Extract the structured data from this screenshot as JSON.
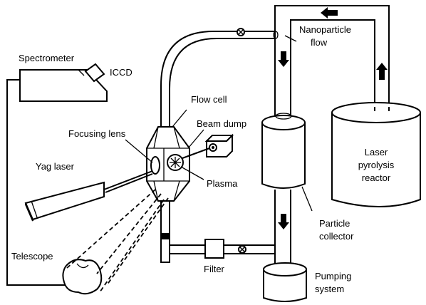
{
  "labels": {
    "spectrometer": "Spectrometer",
    "iccd": "ICCD",
    "flow_cell": "Flow cell",
    "beam_dump": "Beam dump",
    "focusing_lens": "Focusing lens",
    "yag_laser": "Yag laser",
    "plasma": "Plasma",
    "telescope": "Telescope",
    "filter": "Filter",
    "nanoparticle_flow_line1": "Nanoparticle",
    "nanoparticle_flow_line2": "flow",
    "reactor_line1": "Laser",
    "reactor_line2": "pyrolysis",
    "reactor_line3": "reactor",
    "particle_collector_line1": "Particle",
    "particle_collector_line2": "collector",
    "pumping_system_line1": "Pumping",
    "pumping_system_line2": "system"
  },
  "icons": {
    "flow_arrow": "thick-arrow",
    "valve": "valve-icon"
  },
  "colors": {
    "line": "#000000",
    "background": "#ffffff"
  }
}
